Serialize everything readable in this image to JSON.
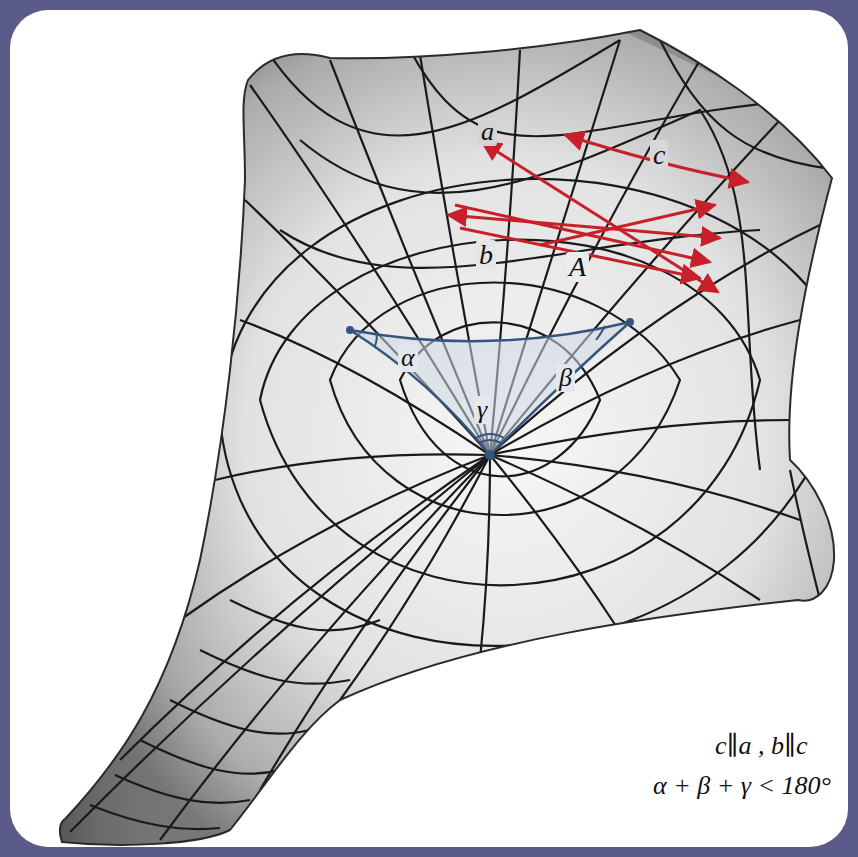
{
  "diagram": {
    "labels": [
      "a",
      "c",
      "b",
      "A",
      "α",
      "β",
      "γ",
      "c∥a , b∥c",
      "α + β + γ < 180°"
    ]
  }
}
